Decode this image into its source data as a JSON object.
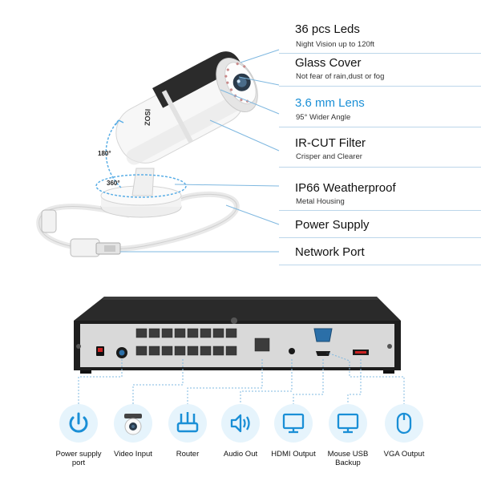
{
  "camera": {
    "brand": "ZOSI",
    "angle_vertical": "180°",
    "angle_horizontal": "360°"
  },
  "features": [
    {
      "title": "36 pcs Leds",
      "subtitle": "Night Vision up to 120ft"
    },
    {
      "title": "Glass Cover",
      "subtitle": "Not fear of rain,dust or fog"
    },
    {
      "title": "3.6 mm Lens",
      "subtitle": "95° Wider Angle"
    },
    {
      "title": "IR-CUT Filter",
      "subtitle": "Crisper and Clearer"
    },
    {
      "title": "IP66 Weatherproof",
      "subtitle": "Metal Housing"
    },
    {
      "title": "Power Supply",
      "subtitle": ""
    },
    {
      "title": "Network Port",
      "subtitle": ""
    }
  ],
  "ports": [
    {
      "label": "Power supply port",
      "line1": "Power supply",
      "line2": "port",
      "icon": "power-icon"
    },
    {
      "label": "Video Input",
      "line1": "Video Input",
      "line2": "",
      "icon": "camera-icon"
    },
    {
      "label": "Router",
      "line1": "Router",
      "line2": "",
      "icon": "router-icon"
    },
    {
      "label": "Audio Out",
      "line1": "Audio Out",
      "line2": "",
      "icon": "speaker-icon"
    },
    {
      "label": "HDMI Output",
      "line1": "HDMI Output",
      "line2": "",
      "icon": "monitor-icon"
    },
    {
      "label": "Mouse USB Backup",
      "line1": "Mouse USB",
      "line2": "Backup",
      "icon": "usb-monitor-icon"
    },
    {
      "label": "VGA Output",
      "line1": "VGA Output",
      "line2": "",
      "icon": "mouse-icon"
    }
  ],
  "colors": {
    "accent": "#1a8fd6",
    "icon_bg": "#e6f4fc",
    "nvr_body": "#1e1e1e",
    "nvr_panel": "#d9d9d9",
    "separator": "#bcd6ea"
  }
}
